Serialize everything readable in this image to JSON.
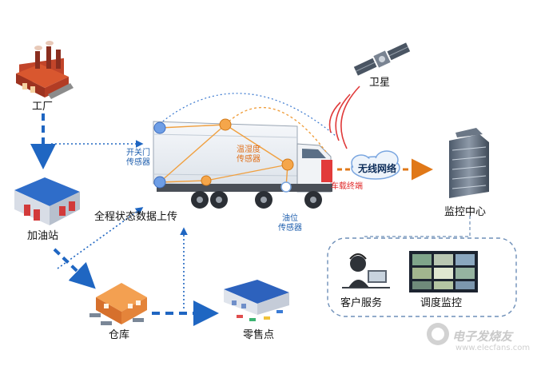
{
  "nodes": {
    "factory": "工厂",
    "gas_station": "加油站",
    "warehouse": "仓库",
    "retail": "零售点",
    "satellite": "卫星",
    "monitor_center": "监控中心",
    "customer_service": "客户服务",
    "dispatch_monitor": "调度监控"
  },
  "labels": {
    "upload": "全程状态数据上传",
    "network": "无线网络",
    "sensors": {
      "door": "开关门\n传感器",
      "temp": "温湿度\n传感器",
      "oil": "油位\n传感器",
      "terminal": "车载终端"
    }
  },
  "watermark": {
    "logo_text": "电子发烧友",
    "url": "www.elecfans.com"
  },
  "colors": {
    "primary_blue": "#1f66c2",
    "sensor_orange": "#f0a040",
    "alert_red": "#e02a2a"
  }
}
